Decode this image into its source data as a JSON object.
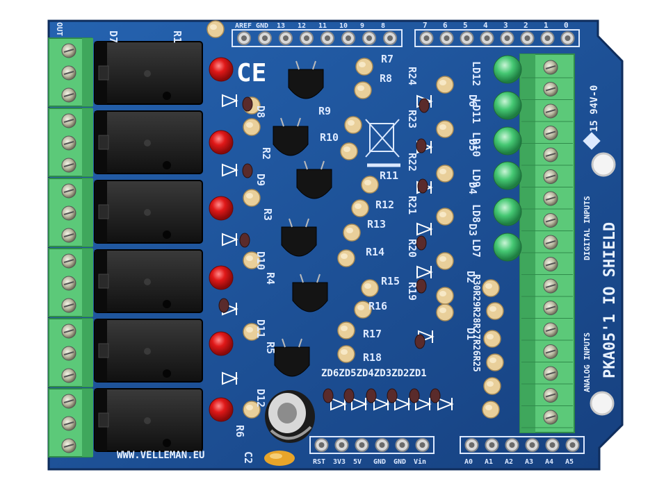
{
  "board": {
    "model": "PKA05'1 IO SHIELD",
    "website": "WWW.VELLEMAN.EU",
    "rating": "15 94V-0",
    "digital_inputs_label": "DIGITAL INPUTS",
    "analog_inputs_label": "ANALOG INPUTS",
    "colors": {
      "pcb": "#1f4f93",
      "pcb_dark": "#16396e",
      "terminal": "#6fcf86",
      "relay": "#1a1a1a",
      "led_red": "#e01818",
      "led_green": "#3fbf6a",
      "silkscreen": "#dce9ff"
    }
  },
  "top_header": {
    "left_labels": [
      "AREF",
      "GND",
      "13",
      "12",
      "11",
      "10",
      "9",
      "8"
    ],
    "right_labels": [
      "7",
      "6",
      "5",
      "4",
      "3",
      "2",
      "1",
      "0"
    ]
  },
  "bottom_header": {
    "left_labels": [
      "RST",
      "3V3",
      "5V",
      "GND",
      "GND",
      "Vin"
    ],
    "right_labels": [
      "A0",
      "A1",
      "A2",
      "A3",
      "A4",
      "A5"
    ]
  },
  "labels": {
    "relay_side": [
      "D7",
      "R1",
      "D8",
      "R2",
      "D9",
      "R3",
      "D10",
      "R4",
      "D11",
      "R5",
      "D12",
      "R6",
      "C2"
    ],
    "transistor_side": [
      "R9",
      "R10",
      "R11",
      "R12",
      "R13",
      "R14",
      "R15",
      "R16",
      "R17",
      "R18",
      "R7",
      "R8"
    ],
    "led_side": [
      "LD12",
      "LD11",
      "LD10",
      "LD9",
      "LD8",
      "LD7",
      "D6",
      "D5",
      "D4",
      "D3",
      "D2",
      "D1"
    ],
    "resistors_right": [
      "R24",
      "R23",
      "R22",
      "R21",
      "R20",
      "R19"
    ],
    "analog_resistors": "R30R29R28R27R26R25",
    "zeners": "ZD6ZD5ZD4ZD3ZD2ZD1",
    "out_label": "OUT"
  }
}
